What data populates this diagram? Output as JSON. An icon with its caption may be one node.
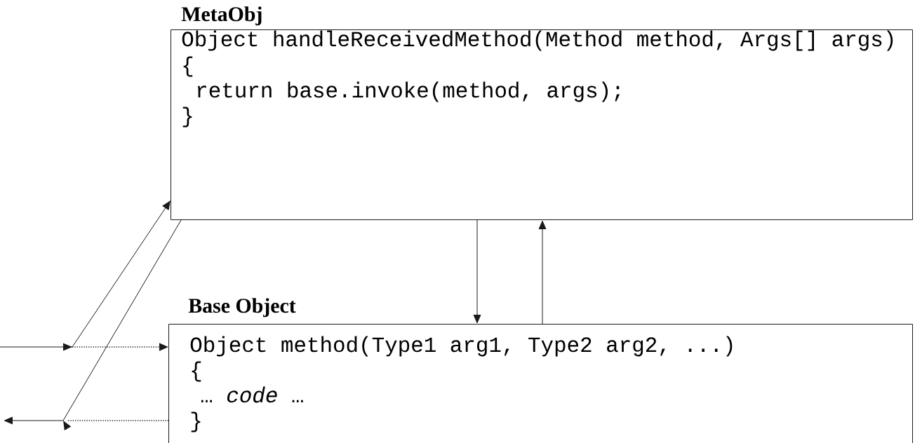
{
  "diagram": {
    "nodes": [
      {
        "text": [
          "MetaObj",
          "Object handleReceivedMethod(Method method, Args[] args)",
          "{",
          "return base.invoke(method, args);",
          "}"
        ]
      },
      {
        "text": [
          "Base Object",
          "Object method(Type1 arg1, Type2 arg2, ...)",
          "{",
          "… *code* …",
          "}"
        ]
      }
    ],
    "edges": [
      {
        "from": null,
        "to": 0,
        "arrow": "to"
      },
      {
        "from": null,
        "to": 1,
        "arrow": "to",
        "style": "dashed"
      },
      {
        "from": 0,
        "to": null,
        "arrow": "to"
      },
      {
        "from": 1,
        "to": null,
        "arrow": "none",
        "style": "dashed"
      },
      {
        "from": 0,
        "to": 1,
        "arrow": "to"
      },
      {
        "from": 1,
        "to": 0,
        "arrow": "to"
      }
    ]
  }
}
